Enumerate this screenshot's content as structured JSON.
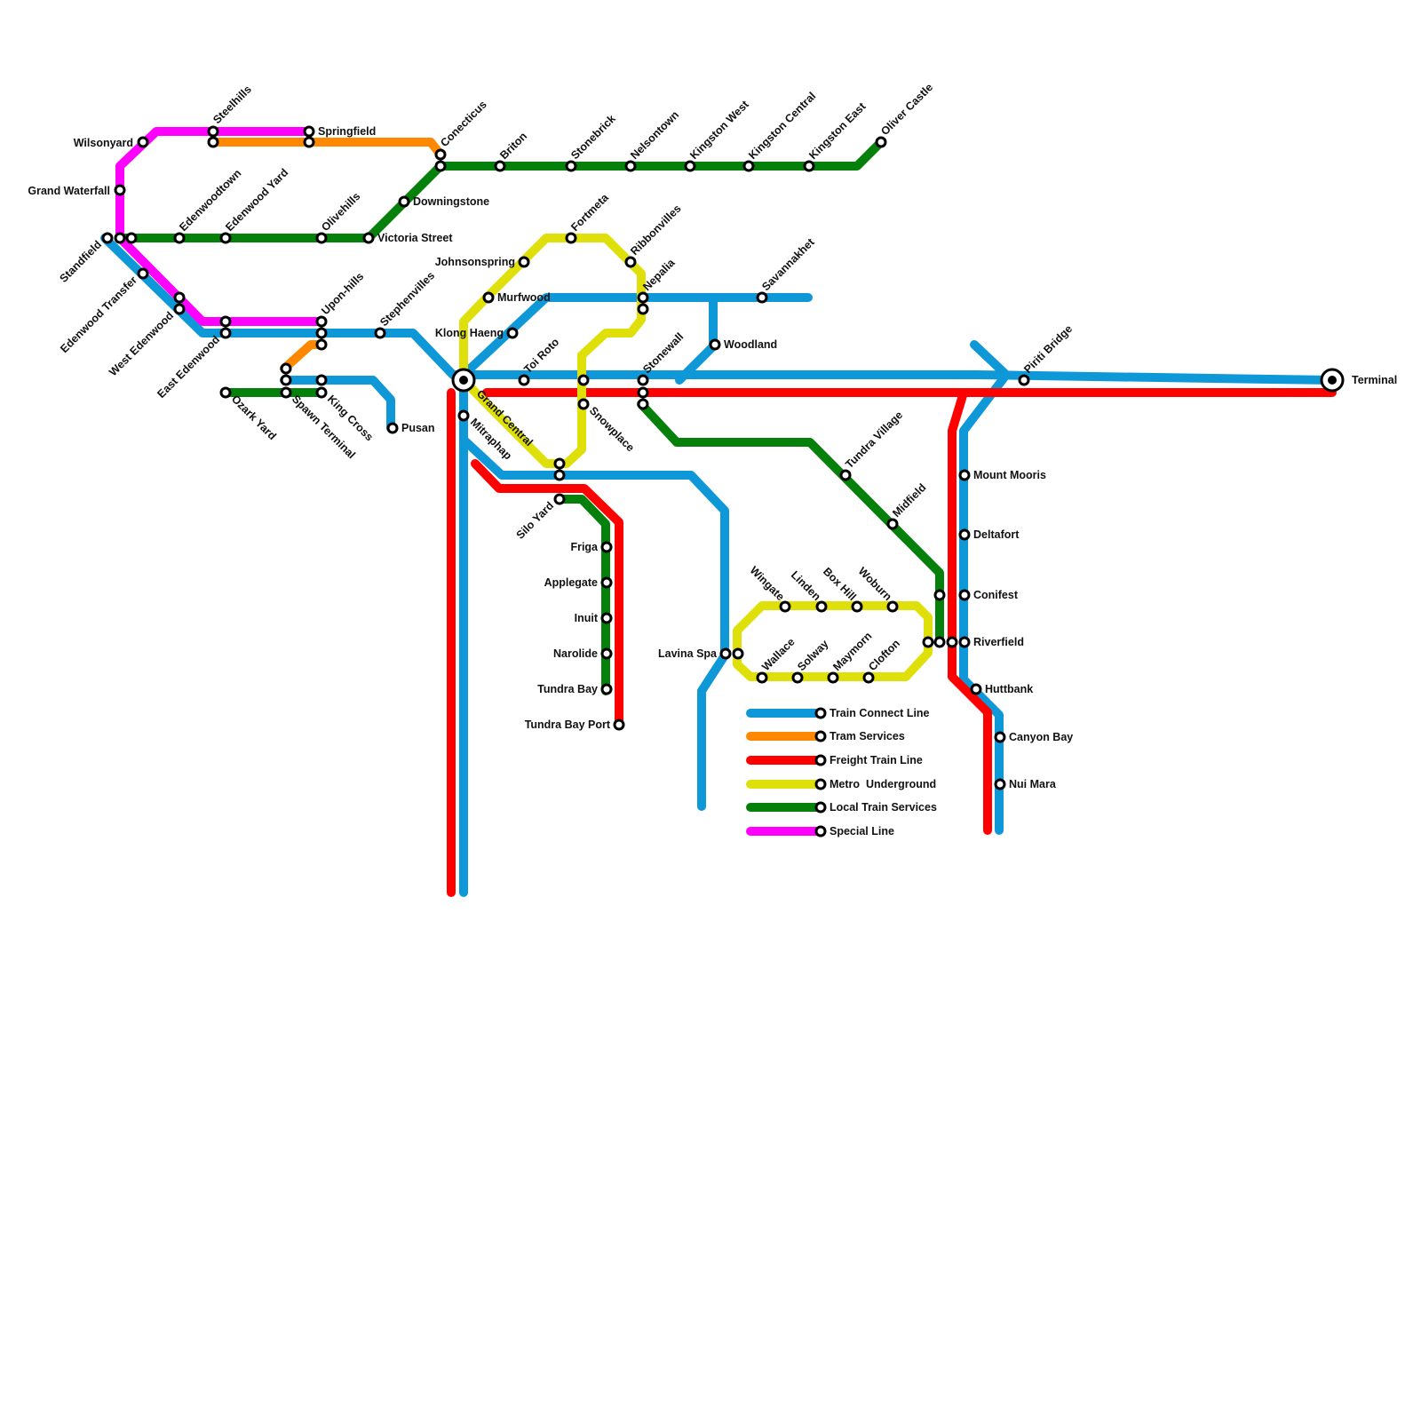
{
  "colors": {
    "blue": "#0f98d8",
    "orange": "#ff8800",
    "red": "#ff0000",
    "yellow": "#dfe00a",
    "green": "#05800a",
    "magenta": "#ff00ff"
  },
  "legend": [
    {
      "label": "Train Connect Line",
      "color": "#0f98d8"
    },
    {
      "label": "Tram Services",
      "color": "#ff8800"
    },
    {
      "label": "Freight Train Line",
      "color": "#ff0000"
    },
    {
      "label": "Metro  Underground",
      "color": "#dfe00a"
    },
    {
      "label": "Local Train Services",
      "color": "#05800a"
    },
    {
      "label": "Special Line",
      "color": "#ff00ff"
    }
  ],
  "stations": [
    "Wilsonyard",
    "Steelhills",
    "Springfield",
    "Conecticus",
    "Briton",
    "Stonebrick",
    "Nelsontown",
    "Kingston West",
    "Kingston Central",
    "Kingston East",
    "Oliver Castle",
    "Grand Waterfall",
    "Downingstone",
    "Edenwoodtown",
    "Edenwood Yard",
    "Olivehills",
    "Victoria Street",
    "Standfield",
    "Edenwood Transfer",
    "West Edenwood",
    "East Edenwood",
    "Upon-hills",
    "Stephenvilles",
    "Johnsonspring",
    "Fortmeta",
    "Ribbonvilles",
    "Murfwood",
    "Nepalia",
    "Savannakhet",
    "Klong Haeng",
    "Woodland",
    "Toi Roto",
    "Stonewall",
    "Piriti Bridge",
    "Terminal",
    "Ozark Yard",
    "Spawn Terminal",
    "King Cross",
    "Pusan",
    "Grand Central",
    "Mitraphap",
    "Snowplace",
    "Tundra Village",
    "Mount Mooris",
    "Midfield",
    "Silo Yard",
    "Deltafort",
    "Friga",
    "Applegate",
    "Conifest",
    "Wingate",
    "Linden",
    "Box Hill",
    "Woburn",
    "Inuit",
    "Riverfield",
    "Lavina Spa",
    "Wallace",
    "Solway",
    "Maymorn",
    "Clofton",
    "Narolide",
    "Tundra Bay",
    "Huttbank",
    "Tundra Bay Port",
    "Canyon Bay",
    "Nui Mara"
  ]
}
